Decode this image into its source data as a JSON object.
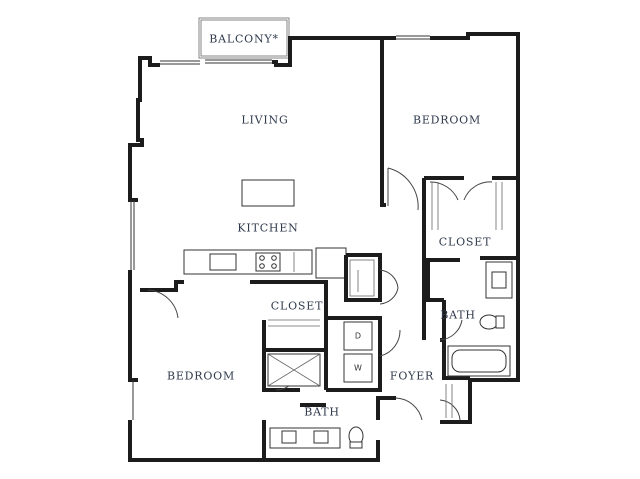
{
  "rooms": {
    "balcony": "BALCONY*",
    "living": "LIVING",
    "bedroom_right": "BEDROOM",
    "kitchen": "KITCHEN",
    "closet_right": "CLOSET",
    "closet_left": "CLOSET",
    "bath_right": "BATH",
    "bedroom_left": "BEDROOM",
    "foyer": "FOYER",
    "bath_left": "BATH"
  },
  "appliances": {
    "dryer": "D",
    "washer": "W"
  }
}
